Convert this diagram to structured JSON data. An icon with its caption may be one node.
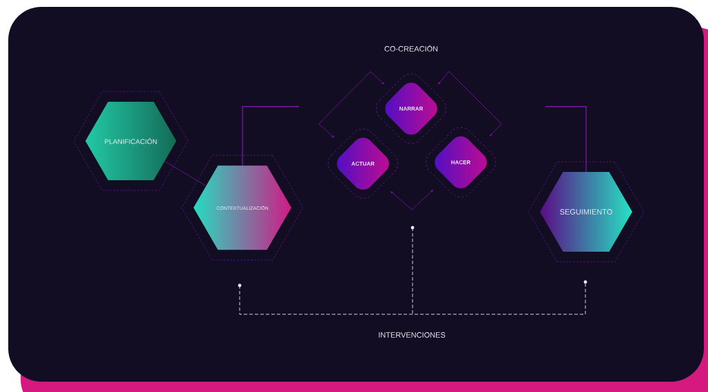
{
  "diagram": {
    "nodes": [
      {
        "text": [
          "PLANIFICACIÓN"
        ]
      },
      {
        "text": [
          "CONTEXTUALIZACIÓN"
        ]
      },
      {
        "text": [
          "NARRAR"
        ]
      },
      {
        "text": [
          "ACTUAR"
        ]
      },
      {
        "text": [
          "HACER"
        ]
      },
      {
        "text": [
          "SEGUIMIENTO"
        ]
      }
    ],
    "edges": [
      {
        "from": 0,
        "to": 1,
        "arrow": "none"
      },
      {
        "from": 1,
        "to": null,
        "arrow": "to"
      },
      {
        "from": null,
        "to": 5,
        "arrow": "none"
      },
      {
        "from": 3,
        "to": 2,
        "arrow": "both"
      },
      {
        "from": 2,
        "to": 4,
        "arrow": "both"
      },
      {
        "from": 3,
        "to": 4,
        "arrow": "both"
      }
    ],
    "labels": [
      "CO-CREACIÓN",
      "INTERVENCIONES"
    ]
  }
}
